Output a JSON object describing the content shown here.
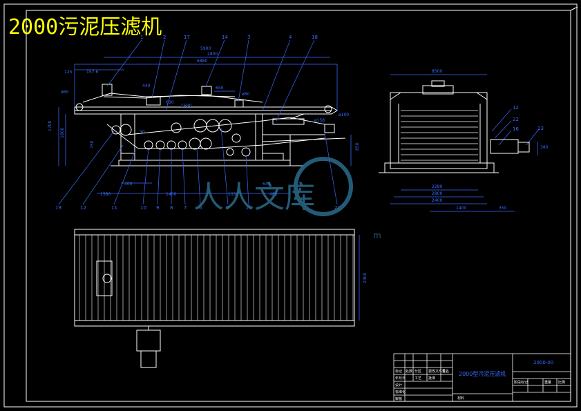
{
  "drawing": {
    "title": "2000污泥压滤机",
    "callouts_top": [
      "1",
      "2",
      "17",
      "14",
      "3",
      "4",
      "18"
    ],
    "callouts_bottom": [
      "19",
      "12",
      "11",
      "10",
      "9",
      "8",
      "7",
      "6",
      "5",
      "20",
      "21"
    ],
    "callouts_side": [
      "12",
      "22",
      "16",
      "23"
    ],
    "dimensions": [
      "6880",
      "2800",
      "5900",
      "125",
      "157.6",
      "ø60",
      "650",
      "440",
      "630",
      "ø80",
      "1700",
      "1600",
      "750",
      "850",
      "ø158",
      "ø100",
      "30",
      "1680",
      "300",
      "1050",
      "640",
      "1580",
      "480",
      "1400",
      "8500",
      "2280",
      "2800",
      "2400",
      "350",
      "1400",
      "380",
      "2400"
    ],
    "watermark": {
      "text": "人人文库",
      "url_fragment": "m"
    }
  },
  "title_block": {
    "drawing_no": "2000-00",
    "name": "2000型污泥压滤机",
    "material": "材料",
    "rows": [
      "标记",
      "处数",
      "分区",
      "更改文件号",
      "签名",
      "年月日",
      "设计",
      "标准化",
      "审核",
      "工艺",
      "批准",
      "阶段标记",
      "重量",
      "比例"
    ]
  },
  "colors": {
    "background": "#000000",
    "lines": "#ffffff",
    "dims": "#3a6bff",
    "title": "#ffff00",
    "watermark": "#2a6b8c"
  }
}
